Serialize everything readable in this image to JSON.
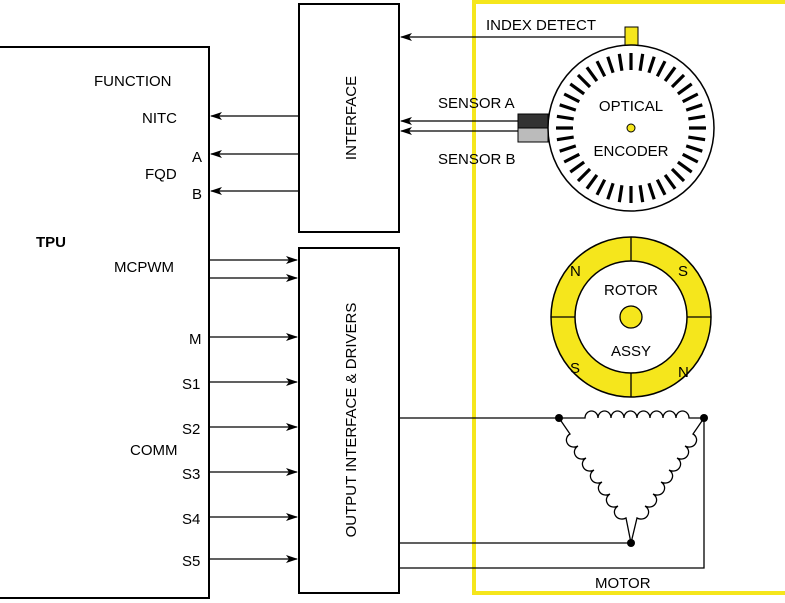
{
  "tpu": {
    "label": "TPU",
    "function_label": "FUNCTION",
    "nitc": "NITC",
    "fqd": "FQD",
    "fqd_a": "A",
    "fqd_b": "B",
    "mcpwm": "MCPWM",
    "m": "M",
    "comm": "COMM",
    "s1": "S1",
    "s2": "S2",
    "s3": "S3",
    "s4": "S4",
    "s5": "S5"
  },
  "interface": {
    "label": "INTERFACE"
  },
  "drivers": {
    "label": "OUTPUT INTERFACE & DRIVERS"
  },
  "encoder": {
    "index_detect": "INDEX DETECT",
    "sensor_a": "SENSOR A",
    "sensor_b": "SENSOR B",
    "line1": "OPTICAL",
    "line2": "ENCODER"
  },
  "rotor": {
    "line1": "ROTOR",
    "line2": "ASSY",
    "pole_n": "N",
    "pole_s": "S"
  },
  "motor": {
    "label": "MOTOR"
  },
  "colors": {
    "accent": "#f5e61c",
    "line": "#000000"
  }
}
